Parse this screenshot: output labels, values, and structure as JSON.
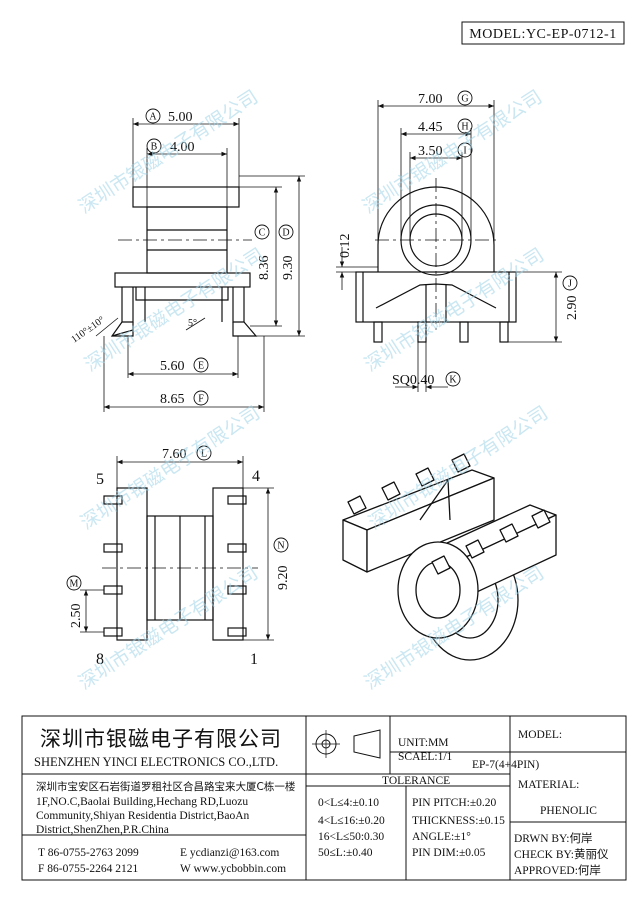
{
  "header": {
    "model": "MODEL:YC-EP-0712-1"
  },
  "watermark": {
    "text": "深圳市银磁电子有限公司"
  },
  "dimensions": {
    "A": {
      "value": "5.00",
      "letter": "A"
    },
    "B": {
      "value": "4.00",
      "letter": "B"
    },
    "C": {
      "value": "8.36",
      "letter": "C"
    },
    "D": {
      "value": "9.30",
      "letter": "D"
    },
    "E": {
      "value": "5.60",
      "letter": "E"
    },
    "F": {
      "value": "8.65",
      "letter": "F"
    },
    "G": {
      "value": "7.00",
      "letter": "G"
    },
    "H": {
      "value": "4.45",
      "letter": "H"
    },
    "I": {
      "value": "3.50",
      "letter": "I"
    },
    "J": {
      "value": "2.90",
      "letter": "J"
    },
    "K": {
      "value": "SQ0.40",
      "letter": "K"
    },
    "L": {
      "value": "7.60",
      "letter": "L"
    },
    "M": {
      "value": "2.50",
      "letter": "M"
    },
    "N": {
      "value": "9.20",
      "letter": "N"
    },
    "gap": "0.12",
    "angle1": "110°±10°",
    "angle2": "5°"
  },
  "pins": {
    "p5": "5",
    "p4": "4",
    "p8": "8",
    "p1": "1"
  },
  "company": {
    "name_cn": "深圳市银磁电子有限公司",
    "name_en": "SHENZHEN YINCI ELECTRONICS CO.,LTD.",
    "address_cn": "深圳市宝安区石岩街道罗租社区合昌路宝来大厦C栋一楼",
    "address_en1": "1F,NO.C,Baolai Building,Hechang RD,Luozu",
    "address_en2": "Community,Shiyan Residentia District,BaoAn",
    "address_en3": "District,ShenZhen,P.R.China",
    "tel": "T 86-0755-2763 2099",
    "fax": "F 86-0755-2264 2121",
    "email": "E ycdianzi@163.com",
    "web": "W www.ycbobbin.com"
  },
  "titleblock": {
    "unit": "UNIT:MM",
    "scale": "SCAEL:1/1",
    "model_label": "MODEL:",
    "model_value": "EP-7(4+4PIN)",
    "tolerance_label": "TOLERANCE",
    "tol": [
      "0<L≤4:±0.10",
      "4<L≤16:±0.20",
      "16<L≤50:0.30",
      "50≤L:±0.40"
    ],
    "pin_tol": [
      "PIN PITCH:±0.20",
      "THICKNESS:±0.15",
      "ANGLE:±1°",
      "PIN DIM:±0.05"
    ],
    "material_label": "MATERIAL:",
    "material_value": "PHENOLIC",
    "drawn": "DRWN BY:何岸",
    "check": "CHECK BY:黄丽仪",
    "approved": "APPROVED:何岸"
  }
}
